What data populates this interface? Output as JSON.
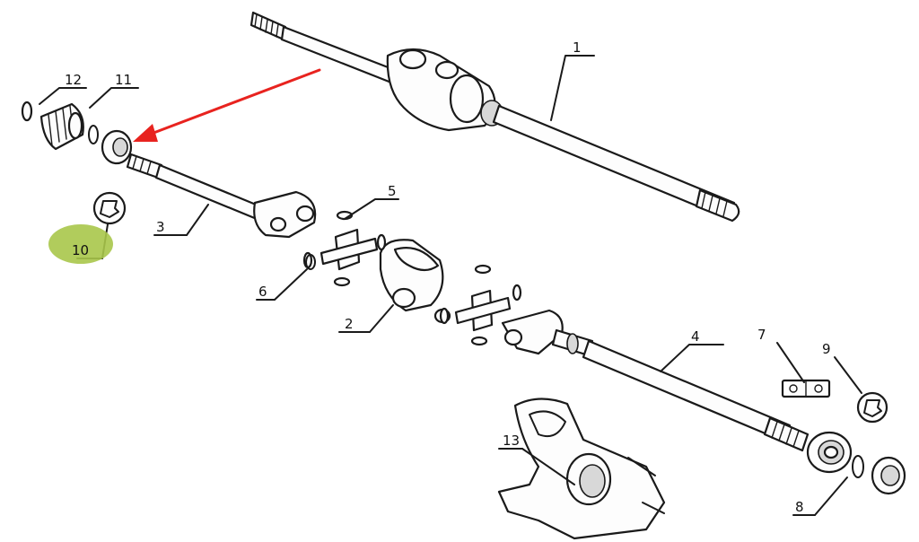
{
  "callouts": {
    "c1": "1",
    "c2": "2",
    "c3": "3",
    "c4": "4",
    "c5": "5",
    "c6": "6",
    "c7": "7",
    "c8": "8",
    "c9": "9",
    "c10": "10",
    "c11": "11",
    "c12": "12",
    "c13": "13"
  },
  "highlight": {
    "part": "10",
    "color": "#a8c64a"
  },
  "arrow": {
    "target_part": "11",
    "color": "#e8231f"
  }
}
